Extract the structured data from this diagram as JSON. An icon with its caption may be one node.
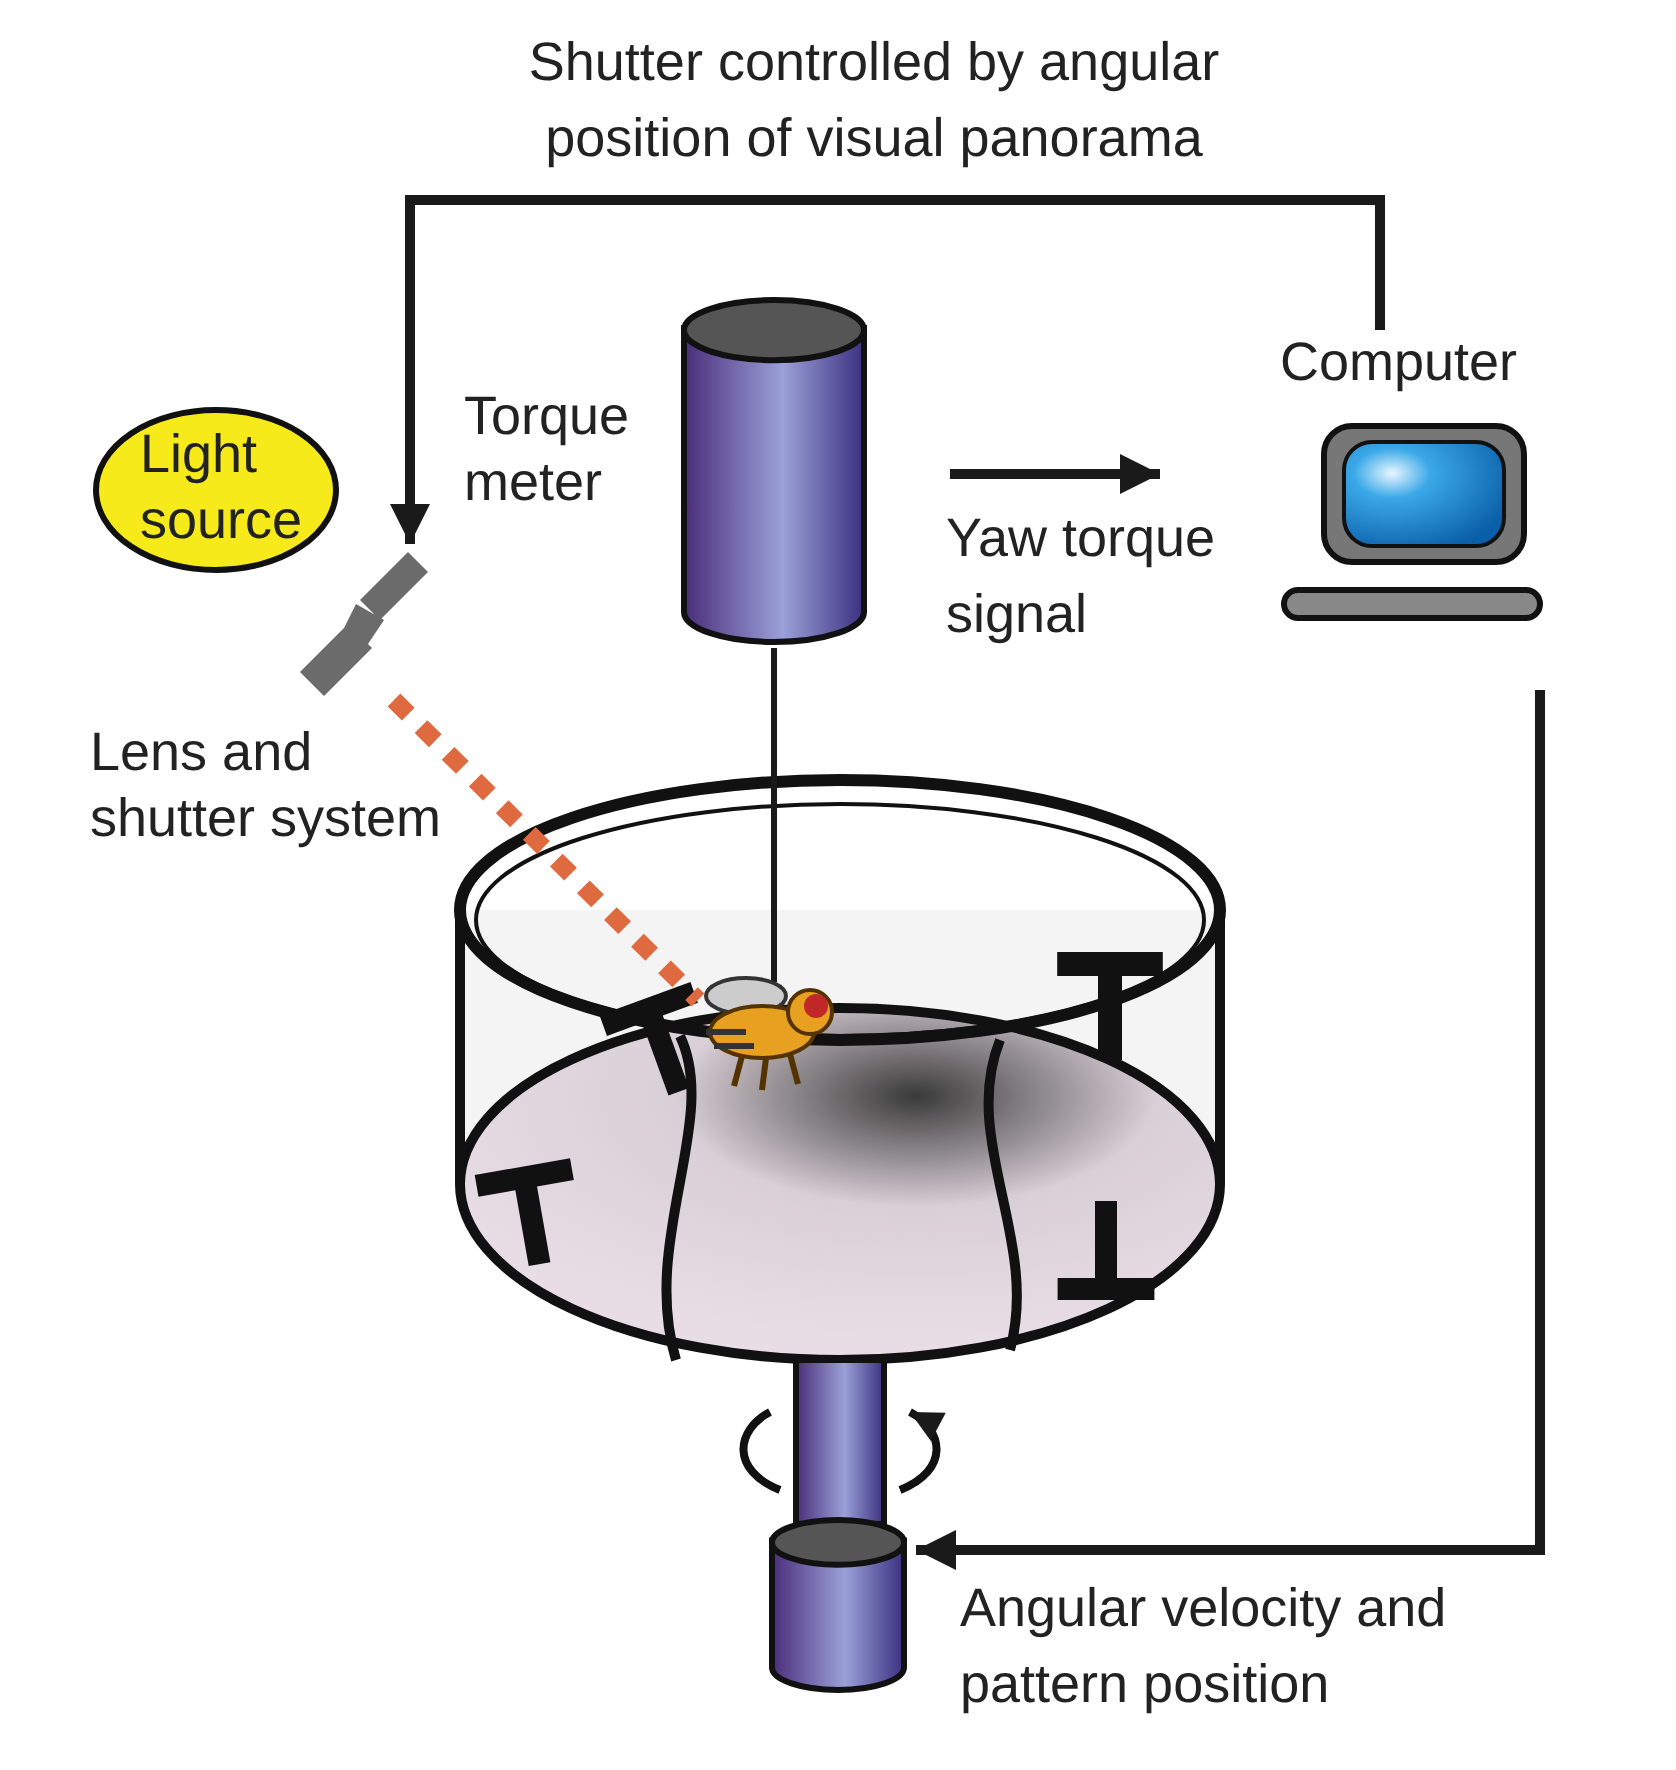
{
  "diagram": {
    "nodes": [
      {
        "text": [
          "Light source"
        ]
      },
      {
        "text": [],
        "shape": "picture",
        "beside": [
          "Lens and shutter system"
        ]
      },
      {
        "text": [],
        "shape": "cylinder",
        "beside": [
          "Torque meter"
        ]
      },
      {
        "text": [],
        "shape": "picture",
        "beside": [
          "Computer"
        ]
      },
      {
        "text": [],
        "shape": "cylinder"
      },
      {
        "text": [],
        "shape": "picture"
      }
    ],
    "edges": [
      {
        "from": 3,
        "to": 1,
        "arrow": "to",
        "label": "Shutter controlled by angular position of visual panorama"
      },
      {
        "from": 2,
        "to": 3,
        "arrow": "to",
        "label": "Yaw torque signal"
      },
      {
        "from": 3,
        "to": 4,
        "arrow": "to",
        "label": "Angular velocity and pattern position"
      },
      {
        "from": 2,
        "to": 5,
        "arrow": "none"
      },
      {
        "from": 1,
        "to": 5,
        "arrow": "none",
        "style": "dashed",
        "color": "#e06a40"
      }
    ]
  }
}
